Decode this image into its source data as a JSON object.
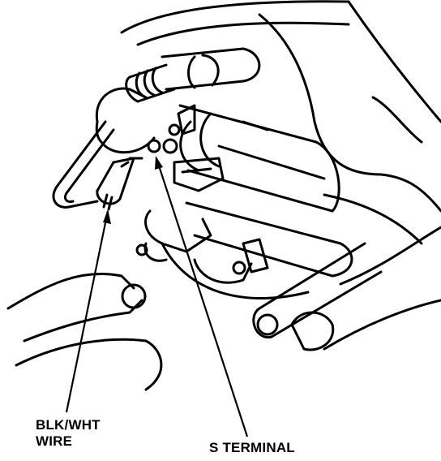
{
  "diagram": {
    "callouts": {
      "blk_wht_wire": {
        "line1": "BLK/WHT",
        "line2": "WIRE"
      },
      "s_terminal": {
        "text": "S TERMINAL"
      }
    }
  }
}
